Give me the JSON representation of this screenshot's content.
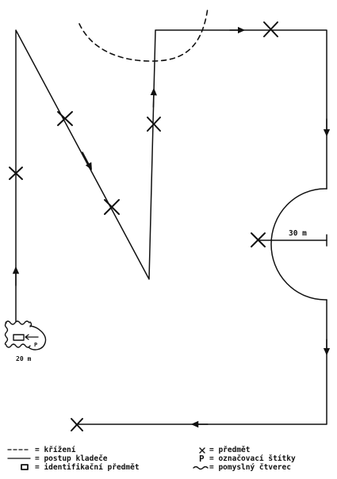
{
  "diagram": {
    "distance_label": "30 m",
    "start_label": "20 m"
  },
  "legend": {
    "left": [
      {
        "symbol": "dashed-line",
        "text": "= křížení"
      },
      {
        "symbol": "solid-line",
        "text": "= postup kladeče"
      },
      {
        "symbol": "rectangle",
        "text": "= identifikační předmět"
      }
    ],
    "right": [
      {
        "symbol": "x-mark",
        "text": "= předmět"
      },
      {
        "symbol": "p-mark",
        "text": "= označovací štítky"
      },
      {
        "symbol": "wavy-line",
        "text": "= pomyslný čtverec"
      }
    ]
  }
}
